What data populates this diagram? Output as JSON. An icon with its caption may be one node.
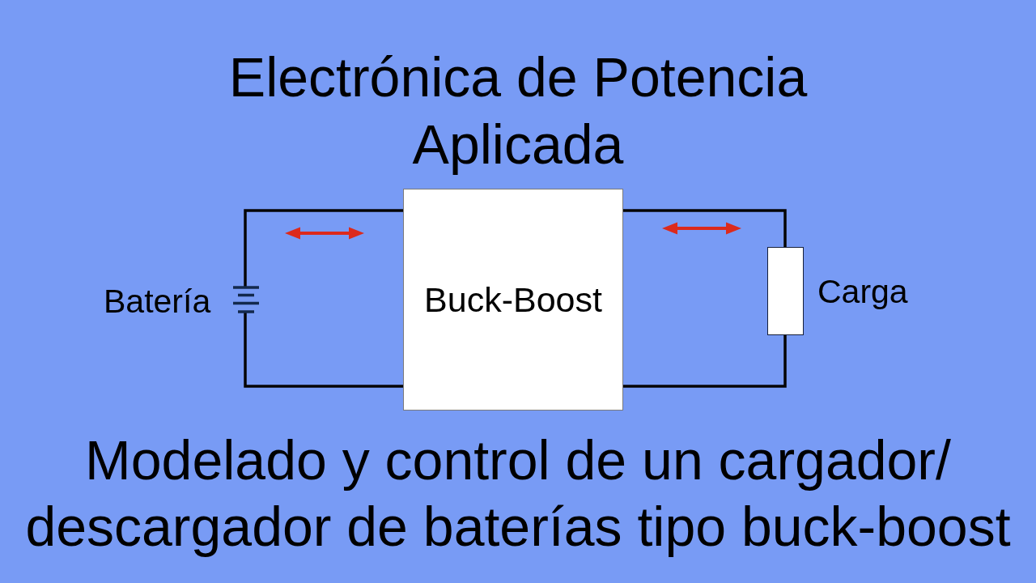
{
  "diagram": {
    "title": "Electrónica de Potencia Aplicada",
    "caption": "Modelado y control de un cargador/ descargador de baterías tipo buck-boost",
    "nodes": [
      {
        "text": [],
        "shape": "battery",
        "beside": [
          "Batería"
        ]
      },
      {
        "text": [
          "Buck-Boost"
        ]
      },
      {
        "text": [],
        "shape": "box",
        "beside": [
          "Carga"
        ]
      }
    ],
    "edges": [
      {
        "from": 0,
        "to": 1,
        "arrow": "none"
      },
      {
        "from": 0,
        "to": 1,
        "arrow": "none"
      },
      {
        "from": 1,
        "to": 2,
        "arrow": "none"
      },
      {
        "from": 1,
        "to": 2,
        "arrow": "none"
      }
    ]
  }
}
